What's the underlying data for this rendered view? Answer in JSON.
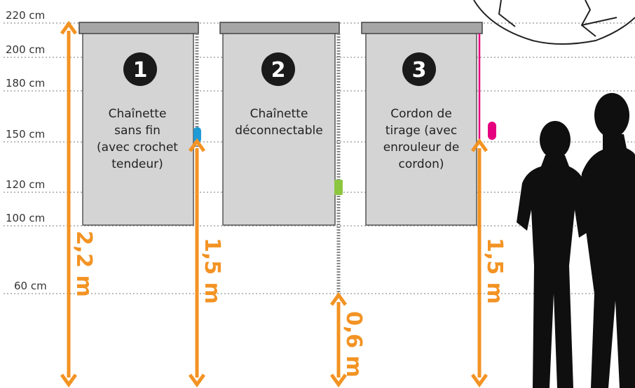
{
  "heights": [
    {
      "label": "220 cm",
      "value": 220
    },
    {
      "label": "200 cm",
      "value": 200
    },
    {
      "label": "180 cm",
      "value": 180
    },
    {
      "label": "150 cm",
      "value": 150
    },
    {
      "label": "120 cm",
      "value": 120
    },
    {
      "label": "100 cm",
      "value": 100
    },
    {
      "label": "60 cm",
      "value": 60
    }
  ],
  "blinds": [
    {
      "number": "1",
      "lines": [
        "Chaînette",
        "sans fin",
        "(avec crochet",
        "tendeur)"
      ],
      "control_color": "#1e9ad6"
    },
    {
      "number": "2",
      "lines": [
        "Chaînette",
        "déconnectable"
      ],
      "control_color": "#8cc63f"
    },
    {
      "number": "3",
      "lines": [
        "Cordon de",
        "tirage (avec",
        "enrouleur de",
        "cordon)"
      ],
      "control_color": "#e5007e"
    }
  ],
  "measures": [
    {
      "label": "2,2 m"
    },
    {
      "label": "1,5 m"
    },
    {
      "label": "0,6 m"
    },
    {
      "label": "1,5 m"
    }
  ],
  "colors": {
    "arrow": "#f39323",
    "blind": "#d4d4d4",
    "headrail": "#a6a6a6",
    "dots": "#888888"
  }
}
